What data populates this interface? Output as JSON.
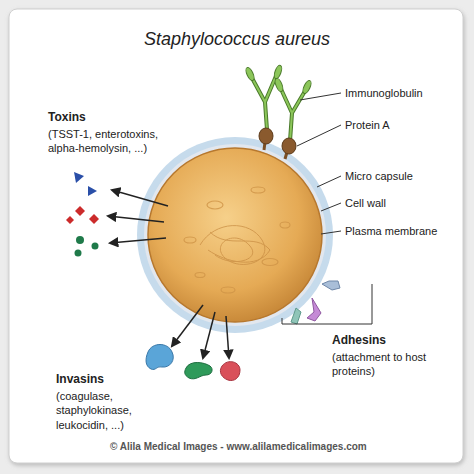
{
  "diagram": {
    "title": "Staphylococcus aureus",
    "labels": [
      "Toxins",
      "(TSST-1, enterotoxins, alpha-hemolysin, ...)",
      "Immunoglobulin",
      "Protein A",
      "Micro capsule",
      "Cell wall",
      "Plasma membrane",
      "Adhesins",
      "(attachment to host proteins)",
      "Invasins",
      "(coagulase, staphylokinase, leukocidin, ...)",
      "© Alila Medical Images - www.alilamedicalimages.com"
    ]
  }
}
